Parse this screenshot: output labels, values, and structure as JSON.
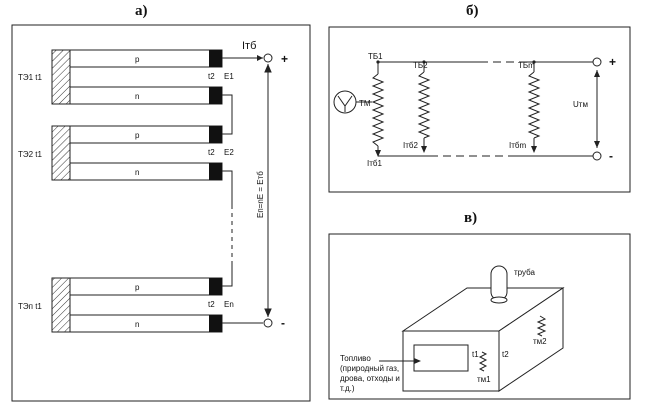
{
  "panels": {
    "a": {
      "title": "а)",
      "current_label": "Iтб",
      "plus": "+",
      "minus": "-",
      "emf_equation": "Eп=nE = Eтб",
      "modules": [
        {
          "label": "ТЭ1  t1",
          "p": "p",
          "n": "n",
          "t2": "t2",
          "e": "E1"
        },
        {
          "label": "ТЭ2  t1",
          "p": "p",
          "n": "n",
          "t2": "t2",
          "e": "E2"
        },
        {
          "label": "ТЭп  t1",
          "p": "p",
          "n": "n",
          "t2": "t2",
          "e": "En"
        }
      ]
    },
    "b": {
      "title": "б)",
      "meter": "ТМ",
      "plus": "+",
      "minus": "-",
      "voltage": "Uтм",
      "elements": [
        {
          "top": "ТБ1",
          "bottom": "Iтб1"
        },
        {
          "top": "ТБ2",
          "bottom": "Iтб2"
        },
        {
          "top": "ТБm",
          "bottom": "Iтбm"
        }
      ]
    },
    "c": {
      "title": "в)",
      "chimney": "труба",
      "fuel_line1": "Топливо",
      "fuel_line2": "(природный газ,",
      "fuel_line3": "дрова, отходы и",
      "fuel_line4": "т.д.)",
      "t1": "t1",
      "t2": "t2",
      "tm1": "тм1",
      "tm2": "тм2"
    }
  }
}
